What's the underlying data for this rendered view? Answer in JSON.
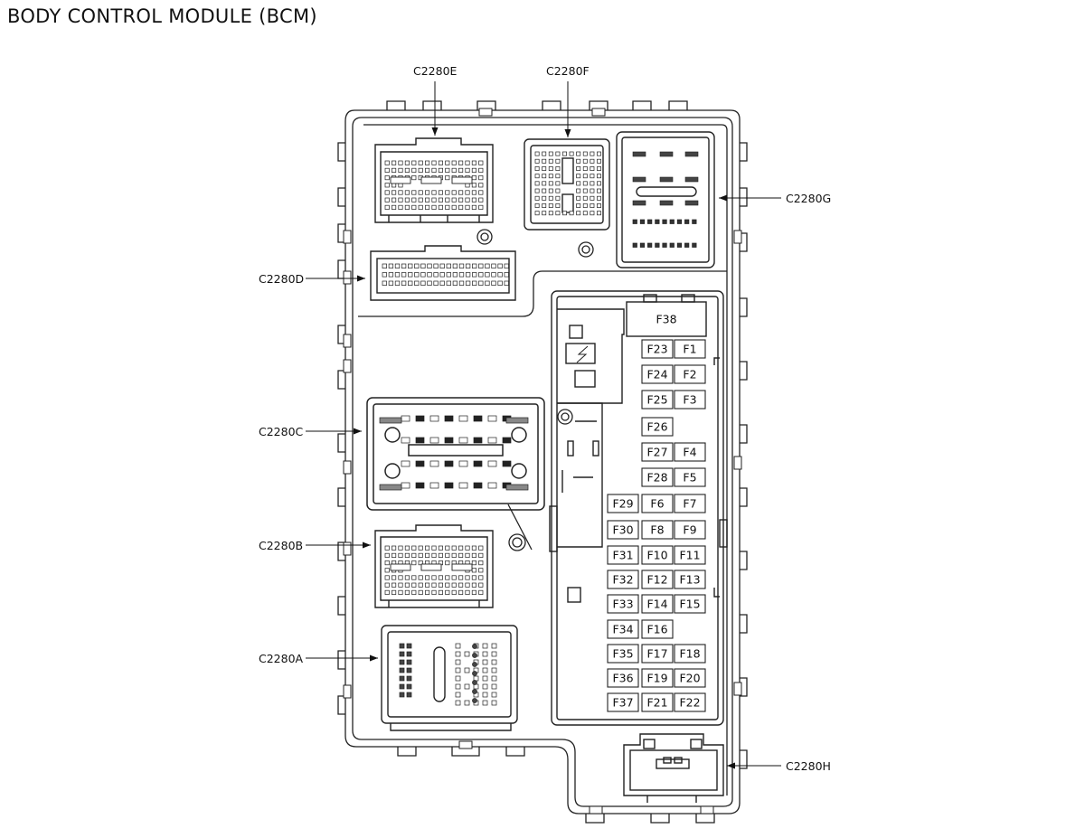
{
  "title": "BODY CONTROL MODULE (BCM)",
  "connectors": {
    "c2280e": "C2280E",
    "c2280f": "C2280F",
    "c2280g": "C2280G",
    "c2280d": "C2280D",
    "c2280c": "C2280C",
    "c2280b": "C2280B",
    "c2280a": "C2280A",
    "c2280h": "C2280H"
  },
  "fuses": [
    "F38",
    "F23",
    "F1",
    "F24",
    "F2",
    "F25",
    "F3",
    "F26",
    "F27",
    "F4",
    "F28",
    "F5",
    "F29",
    "F6",
    "F7",
    "F30",
    "F8",
    "F9",
    "F31",
    "F10",
    "F11",
    "F32",
    "F12",
    "F13",
    "F33",
    "F14",
    "F15",
    "F34",
    "F16",
    "F35",
    "F17",
    "F18",
    "F36",
    "F19",
    "F20",
    "F37",
    "F21",
    "F22"
  ]
}
